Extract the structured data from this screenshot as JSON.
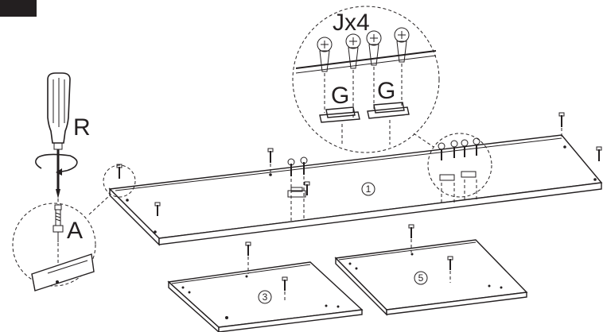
{
  "step": {
    "number": ""
  },
  "labels": {
    "screwdriver": "R",
    "cam_bolt": "A",
    "hinge": "G",
    "hinge_2": "G",
    "screws_qty": "Jx4"
  },
  "panels": [
    {
      "id": "top-panel",
      "number": "1"
    },
    {
      "id": "panel-3",
      "number": "3"
    },
    {
      "id": "panel-5",
      "number": "5"
    }
  ],
  "colors": {
    "ink": "#231f20",
    "background": "#ffffff"
  }
}
